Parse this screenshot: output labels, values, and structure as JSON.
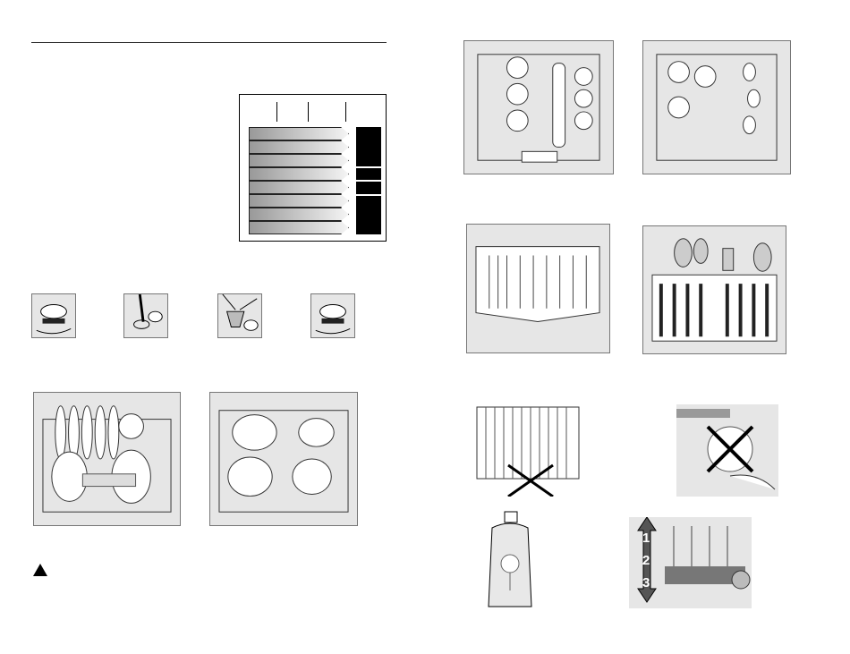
{
  "chart_data": {
    "type": "table",
    "rows": 8,
    "columns": 3
  },
  "height_adjuster": {
    "levels": [
      "1",
      "2",
      "3"
    ]
  },
  "colors": {
    "panel": "#e6e6e6",
    "ink": "#000000"
  }
}
